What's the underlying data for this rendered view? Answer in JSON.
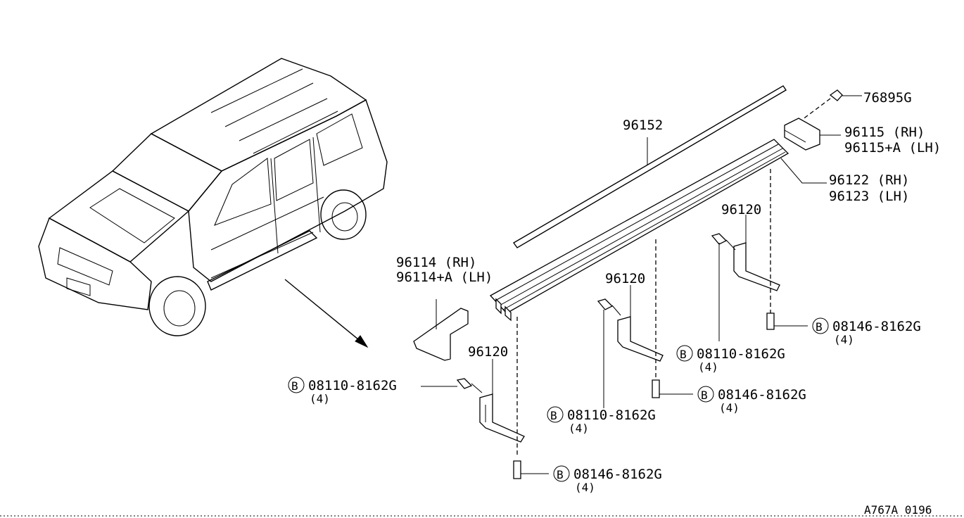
{
  "parts": {
    "p76895g": "76895G",
    "p96152": "96152",
    "p96115_rh": "96115      (RH)",
    "p96115_lh": "96115+A (LH)",
    "p96122_rh": "96122 (RH)",
    "p96123_lh": "96123 (LH)",
    "p96114_rh": "96114      (RH)",
    "p96114_lh": "96114+A (LH)",
    "p96120_a": "96120",
    "p96120_b": "96120",
    "p96120_c": "96120"
  },
  "fasteners": {
    "f1_code": "08110-8162G",
    "f1_qty": "(4)",
    "f2_code": "08146-8162G",
    "f2_qty": "(4)",
    "f3_code": "08110-8162G",
    "f3_qty": "(4)",
    "f4_code": "08146-8162G",
    "f4_qty": "(4)",
    "f5_code": "08110-8162G",
    "f5_qty": "(4)",
    "f6_code": "08146-8162G",
    "f6_qty": "(4)",
    "b_symbol": "B"
  },
  "footer": {
    "diagram_id": "A767A 0196"
  },
  "icons": [
    "vehicle-illustration",
    "direction-arrow",
    "bolt-icon",
    "clip-icon",
    "bracket-icon",
    "step-rail",
    "mud-guard-icon"
  ]
}
